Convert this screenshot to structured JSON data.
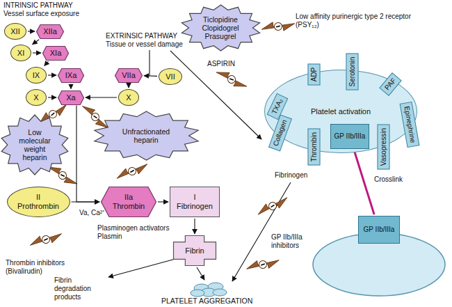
{
  "diagram": {
    "nodes": [
      {
        "text": [
          "XII"
        ]
      },
      {
        "text": [
          "XIIa"
        ]
      },
      {
        "text": [
          "XI"
        ]
      },
      {
        "text": [
          "XIa"
        ]
      },
      {
        "text": [
          "IX"
        ]
      },
      {
        "text": [
          "IXa"
        ]
      },
      {
        "text": [
          "VIIa"
        ]
      },
      {
        "text": [
          "VII"
        ]
      },
      {
        "text": [
          "X"
        ]
      },
      {
        "text": [
          "Xa"
        ]
      },
      {
        "text": [
          "X"
        ]
      },
      {
        "text": [
          "Ticlopidine Clopidogrel Prasugrel"
        ]
      },
      {
        "text": [
          "Platelet activation"
        ]
      },
      {
        "text": [
          "TXA₂"
        ],
        "in": 12
      },
      {
        "text": [
          "ADP"
        ],
        "in": 12
      },
      {
        "text": [
          "Serotonin"
        ],
        "in": 12
      },
      {
        "text": [
          "PAF"
        ],
        "in": 12
      },
      {
        "text": [
          "Collagen"
        ],
        "in": 12
      },
      {
        "text": [
          "Thrombin"
        ],
        "in": 12
      },
      {
        "text": [
          "GP IIb/IIIa"
        ],
        "in": 12
      },
      {
        "text": [
          "Vasopressin"
        ],
        "in": 12
      },
      {
        "text": [
          "Epinephrine"
        ],
        "in": 12
      },
      {
        "text": [
          "Low molecular weight heparin"
        ]
      },
      {
        "text": [
          "Unfractionated heparin"
        ]
      },
      {
        "text": [
          "II",
          "Prothrombin"
        ]
      },
      {
        "text": [
          "IIa",
          "Thrombin"
        ]
      },
      {
        "text": [
          "I",
          "Fibrinogen"
        ]
      },
      {
        "text": [
          "Fibrin"
        ]
      },
      {
        "text": [
          "GP IIb/IIIa"
        ]
      }
    ],
    "edges": [
      {
        "from": 0,
        "to": 1,
        "arrow": "to"
      },
      {
        "from": 1,
        "to": 2,
        "arrow": "to"
      },
      {
        "from": 2,
        "to": 3,
        "arrow": "to"
      },
      {
        "from": 3,
        "to": 4,
        "arrow": "to"
      },
      {
        "from": 4,
        "to": 5,
        "arrow": "to"
      },
      {
        "from": 5,
        "to": 9,
        "arrow": "to"
      },
      {
        "from": 8,
        "to": 9,
        "arrow": "to"
      },
      {
        "from": 7,
        "to": 6,
        "arrow": "to"
      },
      {
        "from": 6,
        "to": 10,
        "arrow": "to"
      },
      {
        "from": 10,
        "to": 9,
        "arrow": "to"
      },
      {
        "from": 9,
        "to": 25,
        "arrow": "to"
      },
      {
        "from": 24,
        "to": 25,
        "arrow": "to"
      },
      {
        "from": 25,
        "to": 26,
        "arrow": "to"
      },
      {
        "from": 26,
        "to": 27,
        "arrow": "to"
      },
      {
        "from": 19,
        "to": 28,
        "label": "Crosslink",
        "arrow": "none"
      }
    ],
    "labels": [
      "INTRINSIC PATHWAY",
      "Vessel surface exposure",
      "EXTRINSIC PATHWAY",
      "Tissue or vessel damage",
      "Low affinity purinergic type 2 receptor (PSY₁₂)",
      "ASPIRIN",
      "Va, Ca²⁺",
      "Plasminogen activators Plasmin",
      "Thrombin inhibitors (Bivalirudin)",
      "Fibrinogen",
      "GP IIb/IIIa inhibitors",
      "Fibrin degradation products",
      "PLATELET AGGREGATION"
    ]
  }
}
